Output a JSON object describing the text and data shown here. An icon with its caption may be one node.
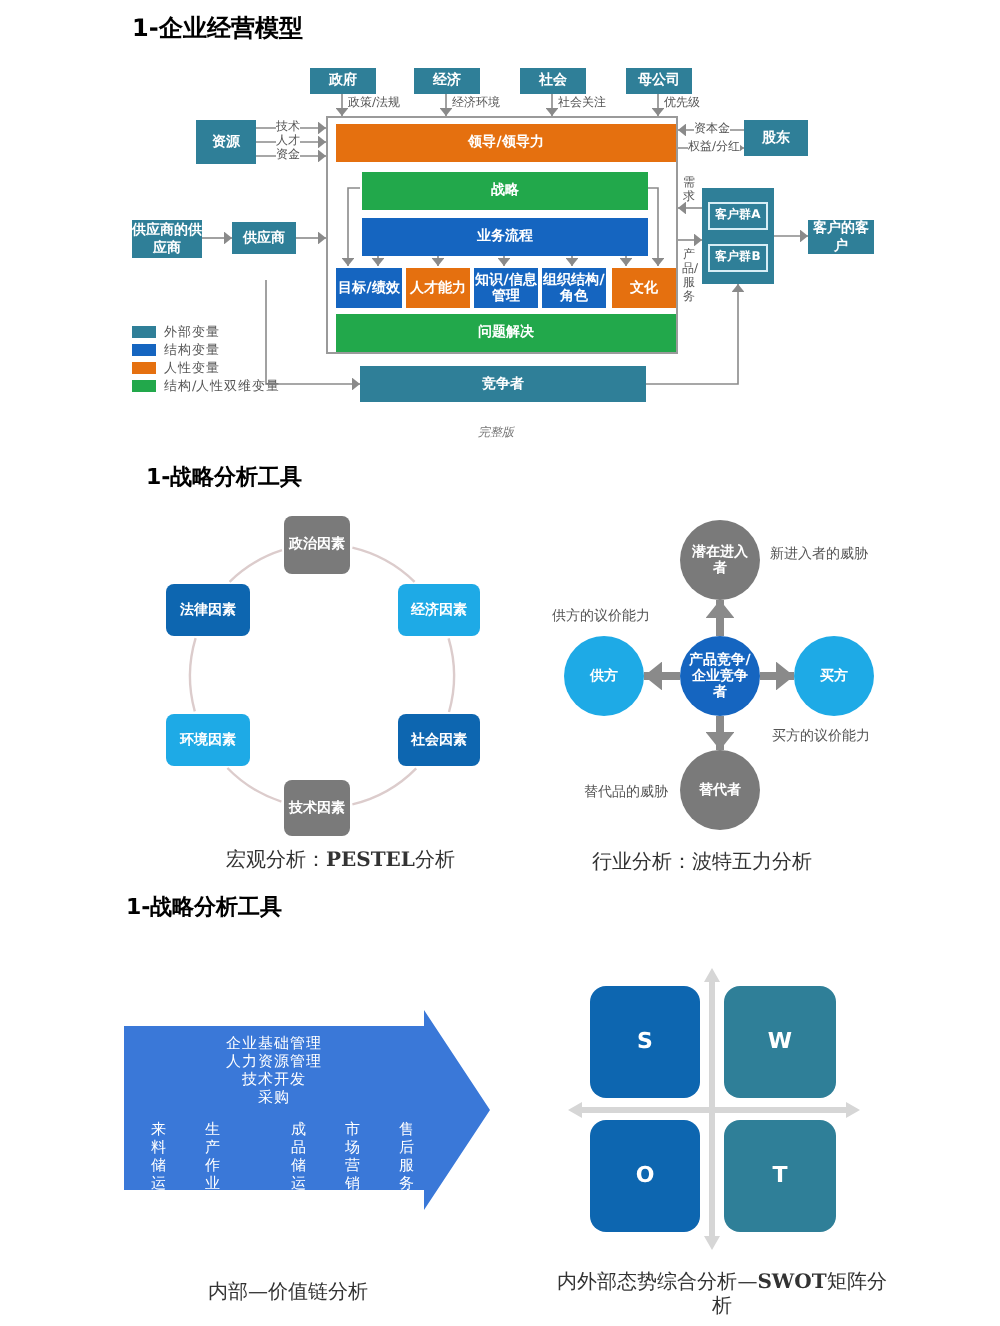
{
  "diagram": {
    "title": "1-企业经营模型",
    "nodes": [
      {
        "text": [
          "政府"
        ]
      },
      {
        "text": [
          "经济"
        ]
      },
      {
        "text": [
          "社会"
        ]
      },
      {
        "text": [
          "母公司"
        ]
      },
      {
        "text": [
          "资源"
        ]
      },
      {
        "text": [
          "股东"
        ]
      },
      {
        "text": [
          "供应商的供应商"
        ]
      },
      {
        "text": [
          "供应商"
        ]
      },
      {
        "text": [],
        "shape": "box"
      },
      {
        "text": [
          "领导/领导力"
        ],
        "in": 8
      },
      {
        "text": [
          "战略"
        ],
        "in": 8
      },
      {
        "text": [
          "业务流程"
        ],
        "in": 8
      },
      {
        "text": [
          "目标/绩效"
        ],
        "in": 8
      },
      {
        "text": [
          "人才能力"
        ],
        "in": 8
      },
      {
        "text": [
          "知识/信息管理"
        ],
        "in": 8
      },
      {
        "text": [
          "组织结构/角色"
        ],
        "in": 8
      },
      {
        "text": [
          "文化"
        ],
        "in": 8
      },
      {
        "text": [
          "问题解决"
        ],
        "in": 8
      },
      {
        "text": [],
        "shape": "box"
      },
      {
        "text": [
          "客户群A"
        ],
        "in": 18
      },
      {
        "text": [
          "客户群B"
        ],
        "in": 18
      },
      {
        "text": [
          "客户的客户"
        ]
      },
      {
        "text": [
          "竞争者"
        ]
      },
      {
        "text": [
          "政治因素"
        ]
      },
      {
        "text": [
          "经济因素"
        ]
      },
      {
        "text": [
          "社会因素"
        ]
      },
      {
        "text": [
          "技术因素"
        ]
      },
      {
        "text": [
          "环境因素"
        ]
      },
      {
        "text": [
          "法律因素"
        ]
      },
      {
        "text": [
          "潜在进入者"
        ],
        "beside": [
          "新进入者的威胁"
        ]
      },
      {
        "text": [
          "供方"
        ],
        "beside": [
          "供方的议价能力"
        ]
      },
      {
        "text": [
          "产品竞争/企业竞争者"
        ]
      },
      {
        "text": [
          "买方"
        ],
        "beside": [
          "买方的议价能力"
        ]
      },
      {
        "text": [
          "替代者"
        ],
        "beside": [
          "替代品的威胁"
        ]
      },
      {
        "text": [
          "企业基础管理",
          "人力资源管理",
          "技术开发",
          "采购",
          "来料储运",
          "生产作业",
          "成品储运",
          "市场营销",
          "售后服务"
        ]
      },
      {
        "text": [
          "S"
        ]
      },
      {
        "text": [
          "W"
        ]
      },
      {
        "text": [
          "O"
        ]
      },
      {
        "text": [
          "T"
        ]
      }
    ],
    "edges": [
      {
        "from": 0,
        "to": 8,
        "arrow": "to",
        "label": "政策/法规"
      },
      {
        "from": 1,
        "to": 8,
        "arrow": "to",
        "label": "经济环境"
      },
      {
        "from": 2,
        "to": 8,
        "arrow": "to",
        "label": "社会关注"
      },
      {
        "from": 3,
        "to": 8,
        "arrow": "to",
        "label": "优先级"
      },
      {
        "from": 4,
        "to": 8,
        "arrow": "to",
        "label": "技术"
      },
      {
        "from": 4,
        "to": 8,
        "arrow": "to",
        "label": "人才"
      },
      {
        "from": 4,
        "to": 8,
        "arrow": "to",
        "label": "资金"
      },
      {
        "from": 5,
        "to": 8,
        "arrow": "to",
        "label": "资本金"
      },
      {
        "from": 8,
        "to": 5,
        "arrow": "to",
        "label": "权益/分红"
      },
      {
        "from": 6,
        "to": 7,
        "arrow": "to"
      },
      {
        "from": 7,
        "to": 8,
        "arrow": "to"
      },
      {
        "from": 18,
        "to": 8,
        "arrow": "to",
        "label": "需求"
      },
      {
        "from": 8,
        "to": 18,
        "arrow": "to",
        "label": "产品/服务"
      },
      {
        "from": 18,
        "to": 21,
        "arrow": "to"
      },
      {
        "from": 22,
        "to": 18,
        "arrow": "to"
      },
      {
        "from": null,
        "to": 22,
        "arrow": "to"
      },
      {
        "from": 10,
        "to": 12,
        "arrow": "to"
      },
      {
        "from": 10,
        "to": 16,
        "arrow": "to"
      },
      {
        "from": 11,
        "to": 12,
        "arrow": "to"
      },
      {
        "from": 11,
        "to": 13,
        "arrow": "to"
      },
      {
        "from": 11,
        "to": 14,
        "arrow": "to"
      },
      {
        "from": 11,
        "to": 15,
        "arrow": "to"
      },
      {
        "from": 11,
        "to": 16,
        "arrow": "to"
      },
      {
        "from": 23,
        "to": 24,
        "arrow": "none",
        "color": "#dccccc"
      },
      {
        "from": 24,
        "to": 25,
        "arrow": "none",
        "color": "#dccccc"
      },
      {
        "from": 25,
        "to": 26,
        "arrow": "none",
        "color": "#dccccc"
      },
      {
        "from": 26,
        "to": 27,
        "arrow": "none",
        "color": "#dccccc"
      },
      {
        "from": 27,
        "to": 28,
        "arrow": "none",
        "color": "#dccccc"
      },
      {
        "from": 28,
        "to": 23,
        "arrow": "none",
        "color": "#dccccc"
      },
      {
        "from": 31,
        "to": 29,
        "arrow": "to",
        "style": "thick"
      },
      {
        "from": 31,
        "to": 30,
        "arrow": "to",
        "style": "thick"
      },
      {
        "from": 31,
        "to": 32,
        "arrow": "to",
        "style": "thick"
      },
      {
        "from": 31,
        "to": 33,
        "arrow": "to",
        "style": "thick"
      }
    ],
    "labels": [
      "完整版",
      "1-战略分析工具",
      "宏观分析：**PESTEL**分析",
      "行业分析：波特五力分析",
      "1-战略分析工具",
      "内部—价值链分析",
      "内外部态势综合分析—**SWOT**矩阵分析"
    ],
    "legend": [
      {
        "text": "外部变量",
        "color": "#2f7f98"
      },
      {
        "text": "结构变量",
        "color": "#1565c0"
      },
      {
        "text": "人性变量",
        "color": "#e5700f"
      },
      {
        "text": "结构/人性双维变量",
        "color": "#22a84b"
      }
    ]
  }
}
